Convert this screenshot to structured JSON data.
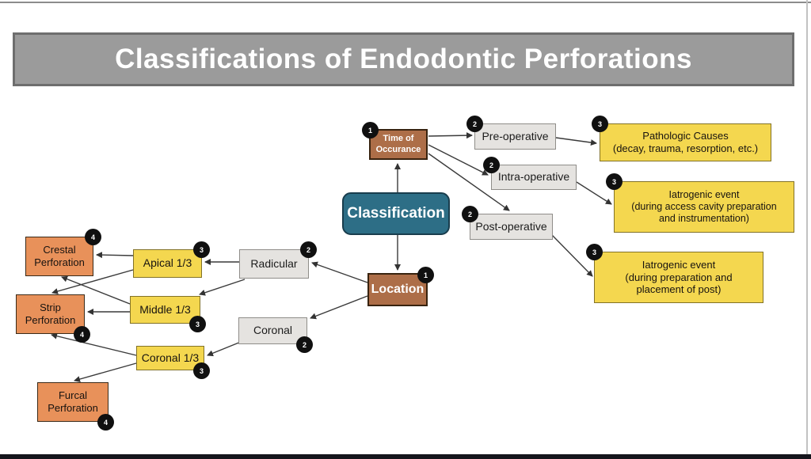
{
  "title": "Classifications of Endodontic Perforations",
  "palette": {
    "title_bg": "#9b9b9b",
    "title_border": "#6e6e6e",
    "brown": "#ad6e48",
    "teal": "#2d6e86",
    "orange": "#e8915a",
    "yellow": "#f4d74f",
    "gray_node": "#e5e3e0",
    "badge": "#101010",
    "line": "#3a3a3a"
  },
  "nodes": {
    "classification": {
      "label": "Classification"
    },
    "time_of_occurance": {
      "label": "Time of\nOccurance",
      "badge": "1"
    },
    "location": {
      "label": "Location",
      "badge": "1"
    },
    "pre_operative": {
      "label": "Pre-operative",
      "badge": "2"
    },
    "intra_operative": {
      "label": "Intra-operative",
      "badge": "2"
    },
    "post_operative": {
      "label": "Post-operative",
      "badge": "2"
    },
    "pathologic_causes": {
      "label": "Pathologic Causes\n(decay, trauma, resorption, etc.)",
      "badge": "3"
    },
    "iatrogenic_access": {
      "label": "Iatrogenic event\n(during access cavity preparation\nand instrumentation)",
      "badge": "3"
    },
    "iatrogenic_post": {
      "label": "Iatrogenic event\n(during preparation and\nplacement of post)",
      "badge": "3"
    },
    "radicular": {
      "label": "Radicular",
      "badge": "2"
    },
    "coronal": {
      "label": "Coronal",
      "badge": "2"
    },
    "apical_third": {
      "label": "Apical 1/3",
      "badge": "3"
    },
    "middle_third": {
      "label": "Middle 1/3",
      "badge": "3"
    },
    "coronal_third": {
      "label": "Coronal 1/3",
      "badge": "3"
    },
    "crestal_perforation": {
      "label": "Crestal\nPerforation",
      "badge": "4"
    },
    "strip_perforation": {
      "label": "Strip\nPerforation",
      "badge": "4"
    },
    "furcal_perforation": {
      "label": "Furcal\nPerforation",
      "badge": "4"
    }
  }
}
